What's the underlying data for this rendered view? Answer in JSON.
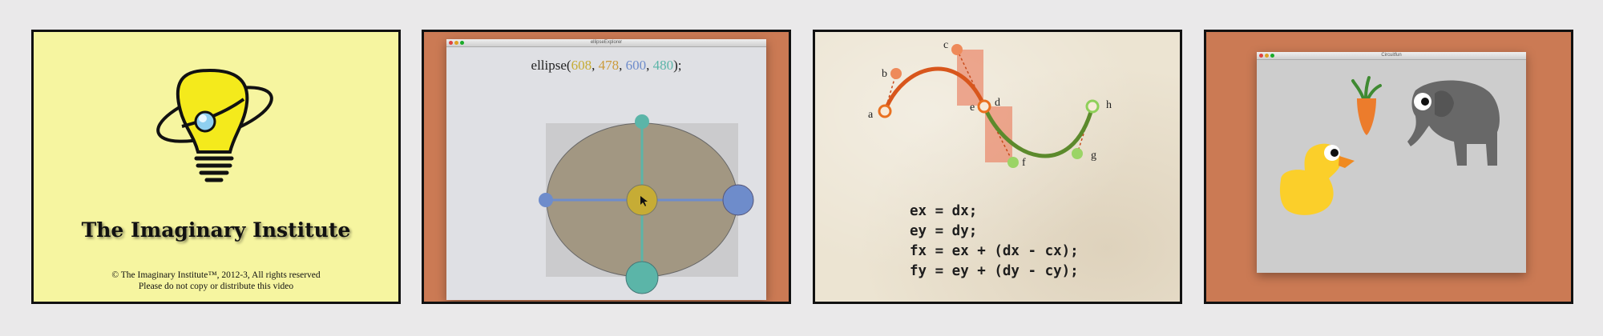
{
  "panel1": {
    "title": "The Imaginary Institute",
    "copyright": "© The Imaginary Institute™, 2012-3, All rights reserved",
    "notice": "Please do not copy or distribute this video",
    "icon": "lightbulb-orbit-logo"
  },
  "panel2": {
    "window_title": "ellipseExplorer",
    "code_fn": "ellipse(",
    "code_args": [
      "608",
      "478",
      "600",
      "480"
    ],
    "code_sep": ", ",
    "code_end": ");",
    "colors": {
      "x": "#c6ac35",
      "y": "#cb9a3a",
      "w": "#6e8ccb",
      "h": "#5bb5a8"
    }
  },
  "panel3": {
    "point_labels": [
      "a",
      "b",
      "c",
      "d",
      "e",
      "f",
      "g",
      "h"
    ],
    "code_lines": [
      "ex = dx;",
      "ey = dy;",
      "fx = ex + (dx - cx);",
      "fy = ey + (dy - cy);"
    ]
  },
  "panel4": {
    "window_title": "Circuitfun",
    "sprites": [
      "carrot-icon",
      "elephant-icon",
      "duck-icon"
    ]
  }
}
